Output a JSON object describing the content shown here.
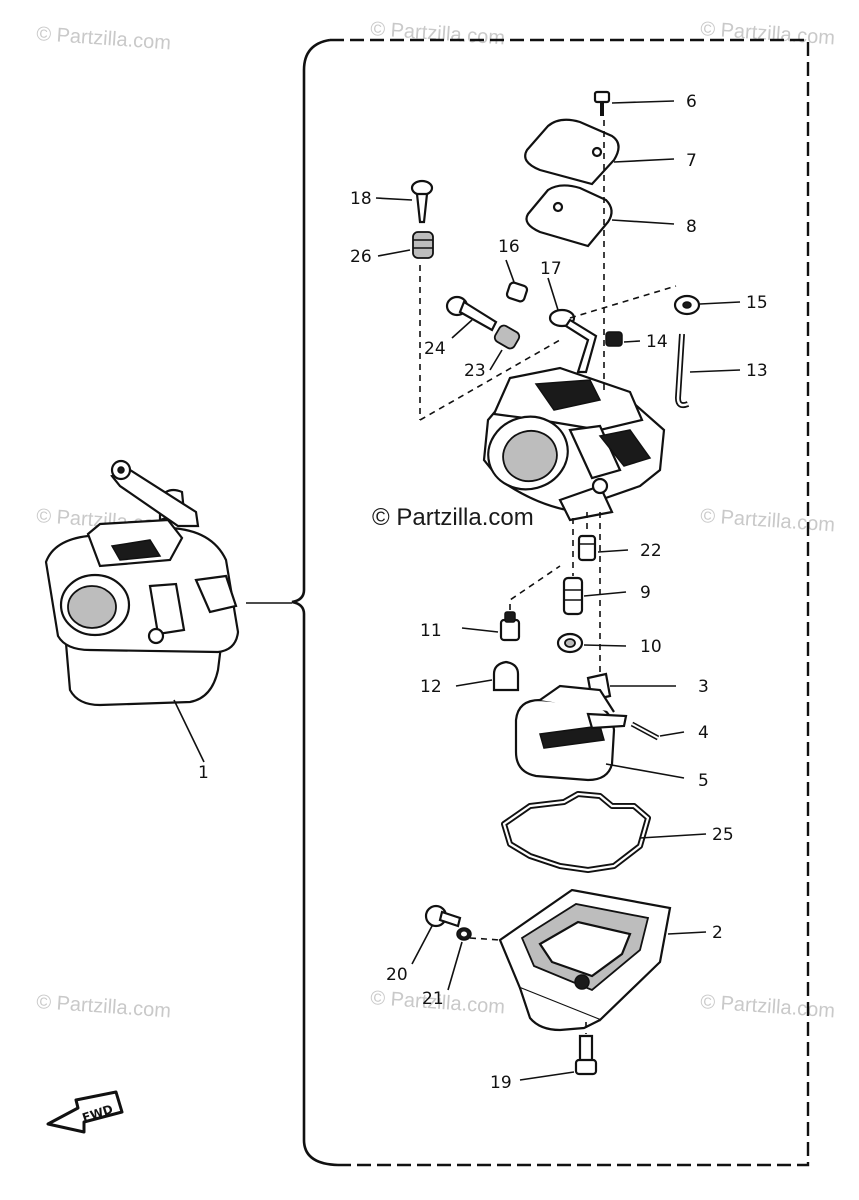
{
  "watermarks": [
    "© Partzilla.com",
    "© Partzilla.com",
    "© Partzilla.com",
    "© Partzilla.com",
    "© Partzilla.com",
    "© Partzilla.com",
    "© Partzilla.com",
    "© Partzilla.com"
  ],
  "center_watermark": "© Partzilla.com",
  "callouts": {
    "c1": "1",
    "c2": "2",
    "c3": "3",
    "c4": "4",
    "c5": "5",
    "c6": "6",
    "c7": "7",
    "c8": "8",
    "c9": "9",
    "c10": "10",
    "c11": "11",
    "c12": "12",
    "c13": "13",
    "c14": "14",
    "c15": "15",
    "c16": "16",
    "c17": "17",
    "c18": "18",
    "c19": "19",
    "c20": "20",
    "c21": "21",
    "c22": "22",
    "c23": "23",
    "c24": "24",
    "c25": "25",
    "c26": "26"
  },
  "fwd_label": "FWD"
}
